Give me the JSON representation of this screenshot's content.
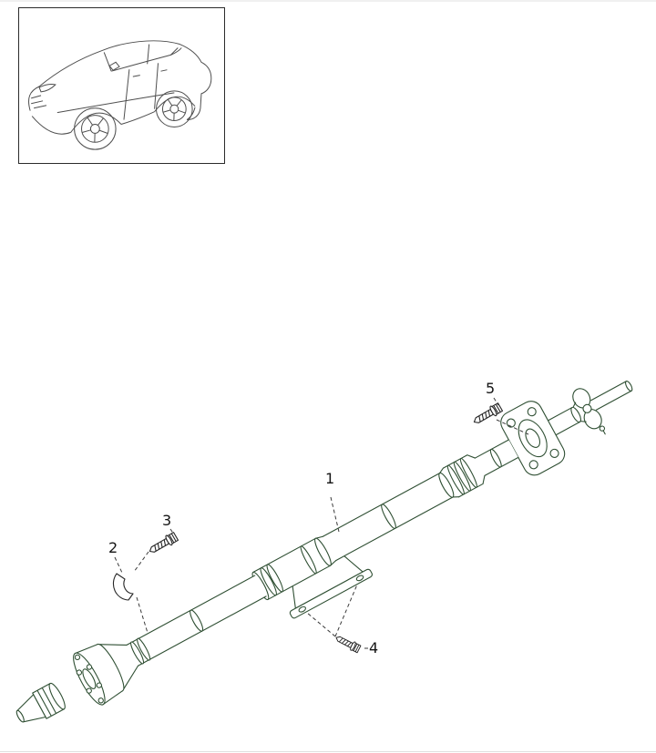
{
  "colors": {
    "part_line": "#2f4f33",
    "hardware_line": "#262626",
    "leader_line": "#3a3a3a",
    "label_color": "#141414",
    "thumbnail_line": "#4d4d4d",
    "background": "#ffffff"
  },
  "vehicle_thumbnail": {
    "icon": "car-side-outline-icon"
  },
  "diagram": {
    "icon": "propeller-shaft-drawing",
    "callouts": [
      {
        "label": "1"
      },
      {
        "label": "2"
      },
      {
        "label": "3"
      },
      {
        "label": "4"
      },
      {
        "label": "5"
      }
    ]
  }
}
